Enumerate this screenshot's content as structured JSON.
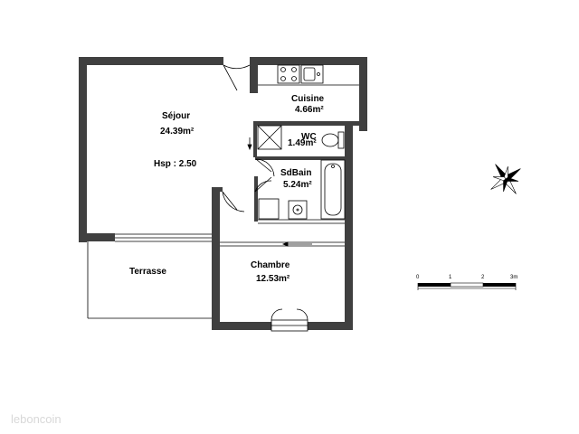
{
  "rooms": {
    "sejour": {
      "name": "Séjour",
      "area": "24.39m²",
      "hsp": "Hsp : 2.50"
    },
    "cuisine": {
      "name": "Cuisine",
      "area": "4.66m²"
    },
    "wc": {
      "name": "WC",
      "area": "1.49m²"
    },
    "sdbain": {
      "name": "SdBain",
      "area": "5.24m²"
    },
    "chambre": {
      "name": "Chambre",
      "area": "12.53m²"
    },
    "terrasse": {
      "name": "Terrasse"
    }
  },
  "scale_bar": {
    "ticks": [
      "0",
      "1",
      "2",
      "3m"
    ]
  },
  "watermark": "leboncoin",
  "colors": {
    "wall": "#404040",
    "line": "#000000",
    "watermark": "#d8d8d8"
  },
  "icons": [
    "compass-rose-icon",
    "stove-icon",
    "sink-icon",
    "toilet-icon",
    "bathtub-icon",
    "washbasin-icon",
    "shower-icon"
  ]
}
